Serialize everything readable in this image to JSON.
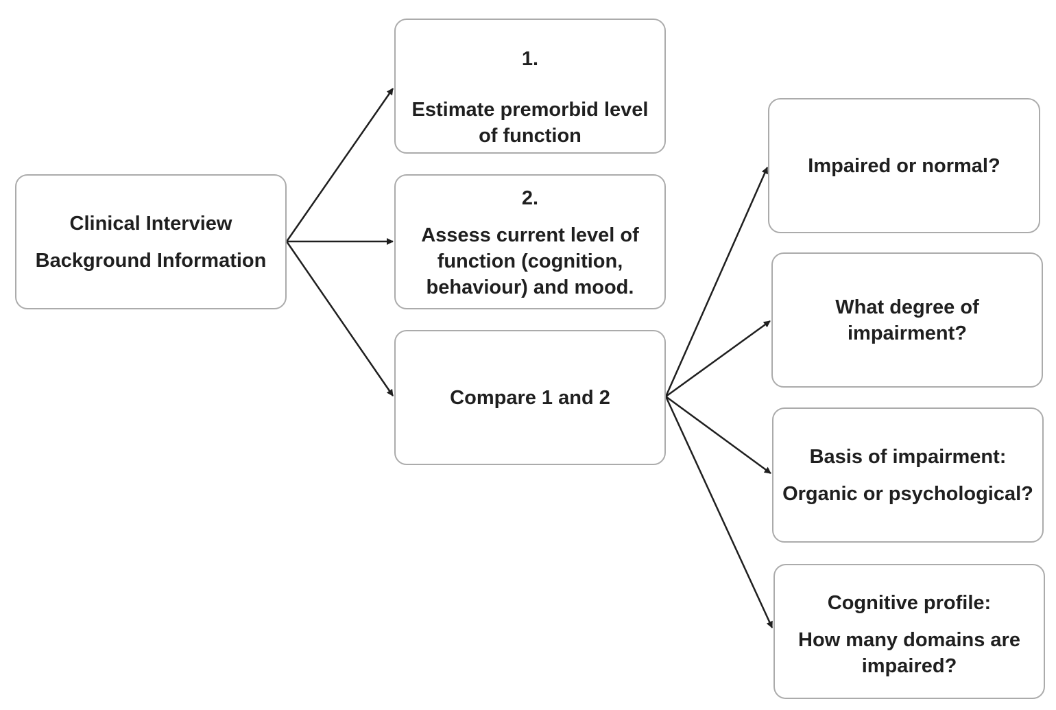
{
  "nodes": {
    "clinical": {
      "line1": "Clinical Interview",
      "line2": "Background Information"
    },
    "estimate": {
      "number": "1.",
      "line1": "Estimate premorbid level",
      "line2": "of function"
    },
    "assess": {
      "number": "2.",
      "line1": "Assess current level of",
      "line2": "function (cognition,",
      "line3": "behaviour) and mood."
    },
    "compare": {
      "line1": "Compare 1 and 2"
    },
    "impaired": {
      "line1": "Impaired or normal?"
    },
    "degree": {
      "line1": "What degree of",
      "line2": "impairment?"
    },
    "basis": {
      "line1": "Basis of impairment:",
      "line2": "Organic or psychological?"
    },
    "cognitive": {
      "line1": "Cognitive profile:",
      "line2": "How many domains are",
      "line3": "impaired?"
    }
  },
  "edges": [
    [
      "clinical",
      "estimate"
    ],
    [
      "clinical",
      "assess"
    ],
    [
      "clinical",
      "compare"
    ],
    [
      "compare",
      "impaired"
    ],
    [
      "compare",
      "degree"
    ],
    [
      "compare",
      "basis"
    ],
    [
      "compare",
      "cognitive"
    ]
  ],
  "colors": {
    "box_border": "#ababab",
    "arrow": "#1f1f1f",
    "text": "#1f1f1f"
  }
}
